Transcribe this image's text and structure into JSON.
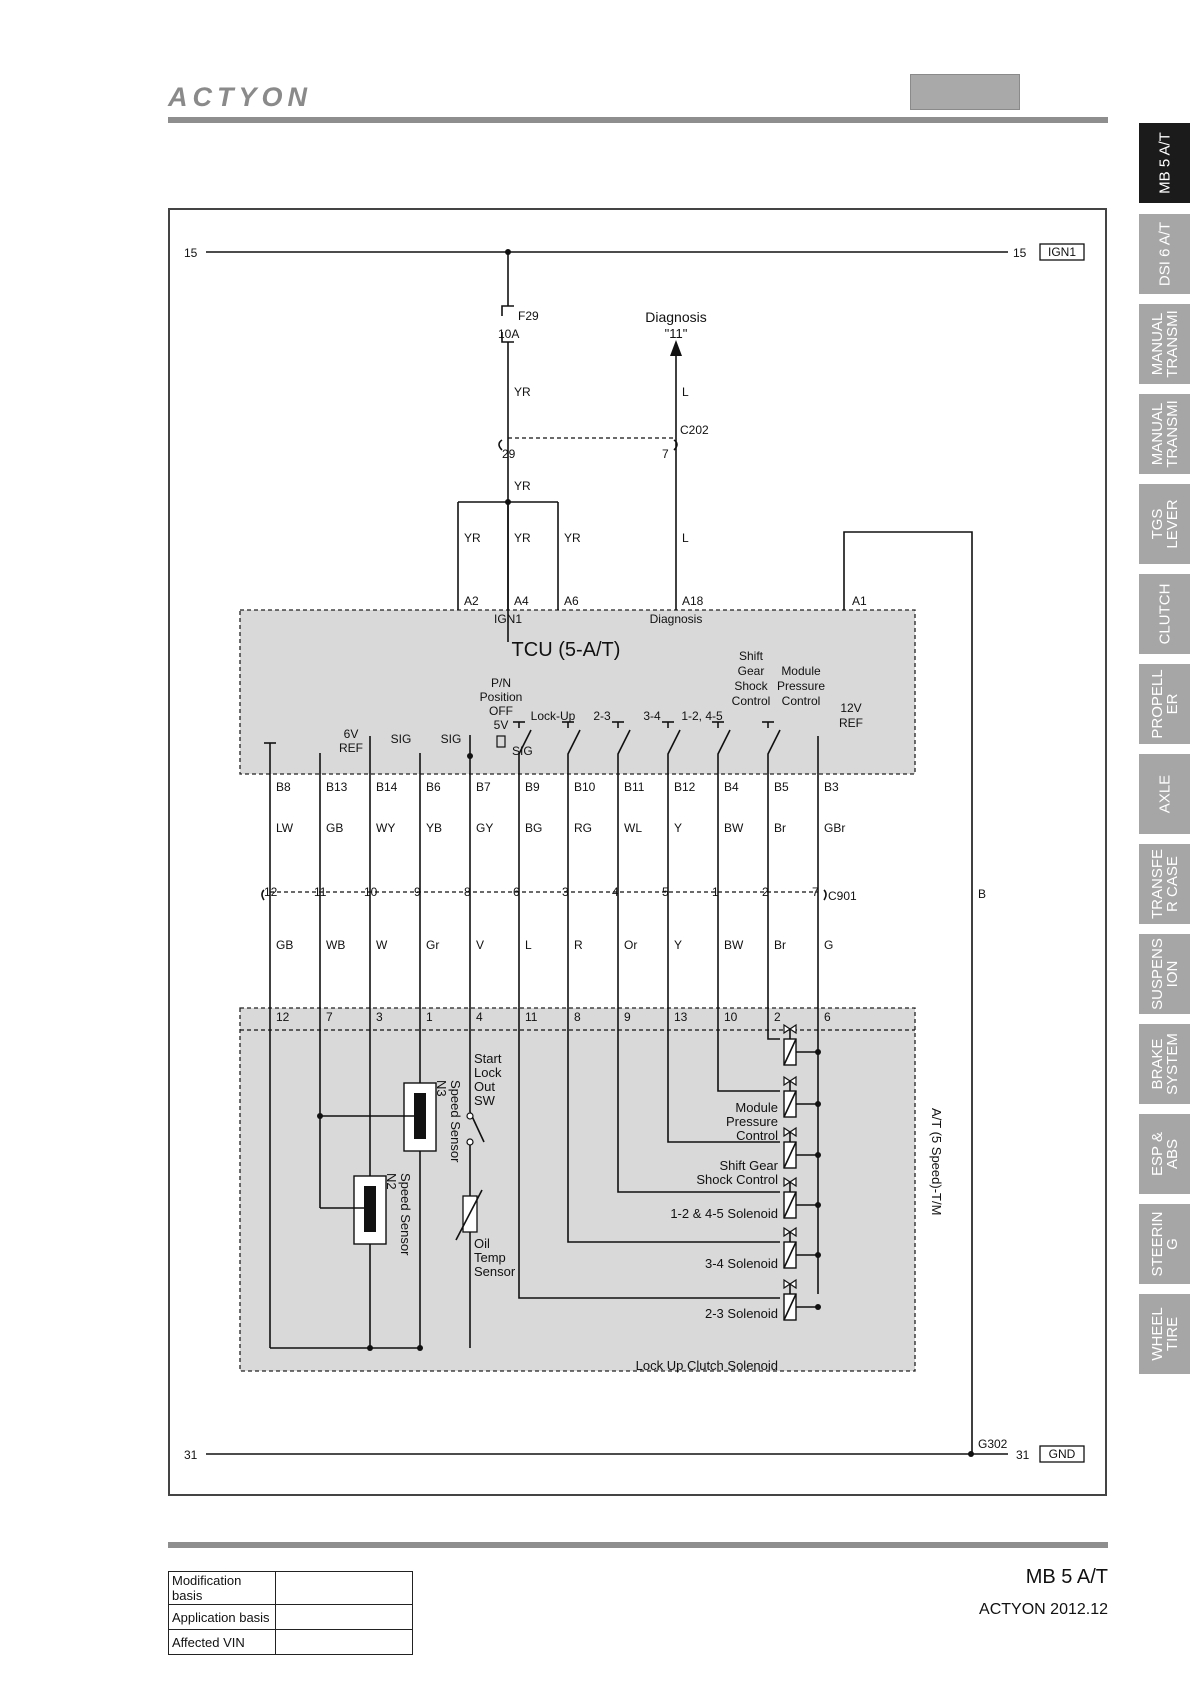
{
  "header": {
    "brand": "ACTYON"
  },
  "tabs": [
    {
      "label": "MB 5 A/T",
      "active": true
    },
    {
      "label": "DSI 6 A/T",
      "active": false
    },
    {
      "label": "MANUAL\nTRANSMI",
      "active": false
    },
    {
      "label": "MANUAL\nTRANSMI",
      "active": false
    },
    {
      "label": "TGS\nLEVER",
      "active": false
    },
    {
      "label": "CLUTCH",
      "active": false
    },
    {
      "label": "PROPELL\nER",
      "active": false
    },
    {
      "label": "AXLE",
      "active": false
    },
    {
      "label": "TRANSFE\nR CASE",
      "active": false
    },
    {
      "label": "SUSPENS\nION",
      "active": false
    },
    {
      "label": "BRAKE\nSYSTEM",
      "active": false
    },
    {
      "label": "ESP &\nABS",
      "active": false
    },
    {
      "label": "STEERIN\nG",
      "active": false
    },
    {
      "label": "WHEEL\nTIRE",
      "active": false
    }
  ],
  "diagram": {
    "top_rail": {
      "left": "15",
      "right": "15",
      "tag": "IGN1"
    },
    "bottom_rail": {
      "left": "31",
      "right": "31",
      "tag": "GND",
      "ground": "G302"
    },
    "fuse": {
      "name": "F29",
      "rating": "10A"
    },
    "diagnosis": {
      "title": "Diagnosis",
      "code": "\"11\""
    },
    "connector_c202": {
      "name": "C202",
      "pin_left": "29",
      "pin_right": "7"
    },
    "connector_c901": "C901",
    "wire_colors": {
      "yr": "YR",
      "l": "L",
      "b": "B"
    },
    "tcu": {
      "title": "TCU (5-A/T)",
      "top_pins": [
        "A2",
        "A4",
        "A6",
        "A18",
        "A1"
      ],
      "ign1": "IGN1",
      "diagnosis": "Diagnosis",
      "labels": {
        "pn_position": [
          "P/N",
          "Position",
          "OFF",
          "5V"
        ],
        "sig_small": "SIG",
        "ref6v": [
          "6V",
          "REF"
        ],
        "sig1": "SIG",
        "sig2": "SIG",
        "lockup": "Lock-Up",
        "s23": "2-3",
        "s34": "3-4",
        "s1245": "1-2, 4-5",
        "shift_gear": [
          "Shift",
          "Gear",
          "Shock",
          "Control"
        ],
        "module_pressure": [
          "Module",
          "Pressure",
          "Control"
        ],
        "ref12v": [
          "12V",
          "REF"
        ]
      }
    },
    "columns": [
      {
        "b": "B8",
        "w1": "LW",
        "c901": "12",
        "w2": "GB",
        "tm": "12"
      },
      {
        "b": "B13",
        "w1": "GB",
        "c901": "11",
        "w2": "WB",
        "tm": "7"
      },
      {
        "b": "B14",
        "w1": "WY",
        "c901": "10",
        "w2": "W",
        "tm": "3"
      },
      {
        "b": "B6",
        "w1": "YB",
        "c901": "9",
        "w2": "Gr",
        "tm": "1"
      },
      {
        "b": "B7",
        "w1": "GY",
        "c901": "8",
        "w2": "V",
        "tm": "4"
      },
      {
        "b": "B9",
        "w1": "BG",
        "c901": "6",
        "w2": "L",
        "tm": "11"
      },
      {
        "b": "B10",
        "w1": "RG",
        "c901": "3",
        "w2": "R",
        "tm": "8"
      },
      {
        "b": "B11",
        "w1": "WL",
        "c901": "4",
        "w2": "Or",
        "tm": "9"
      },
      {
        "b": "B12",
        "w1": "Y",
        "c901": "5",
        "w2": "Y",
        "tm": "13"
      },
      {
        "b": "B4",
        "w1": "BW",
        "c901": "1",
        "w2": "BW",
        "tm": "10"
      },
      {
        "b": "B5",
        "w1": "Br",
        "c901": "2",
        "w2": "Br",
        "tm": "2"
      },
      {
        "b": "B3",
        "w1": "GBr",
        "c901": "7",
        "w2": "G",
        "tm": "6"
      }
    ],
    "tm": {
      "title": "A/T (5 Speed)-T/M",
      "speed_n3": [
        "Speed Sensor",
        "N3"
      ],
      "speed_n2": [
        "Speed Sensor",
        "N2"
      ],
      "start_lock": [
        "Start",
        "Lock",
        "Out",
        "SW"
      ],
      "oil_temp": [
        "Oil",
        "Temp",
        "Sensor"
      ],
      "mpc": [
        "Module",
        "Pressure",
        "Control"
      ],
      "sgsc": [
        "Shift Gear",
        "Shock Control"
      ],
      "sol1245": "1-2 & 4-5 Solenoid",
      "sol34": "3-4  Solenoid",
      "sol23": "2-3  Solenoid",
      "lockup": "Lock Up Clutch Solenoid"
    }
  },
  "footer": {
    "meta": [
      {
        "key": "Modification basis",
        "value": ""
      },
      {
        "key": "Application basis",
        "value": ""
      },
      {
        "key": "Affected VIN",
        "value": ""
      }
    ],
    "title": "MB 5 A/T",
    "subtitle": "ACTYON 2012.12"
  }
}
